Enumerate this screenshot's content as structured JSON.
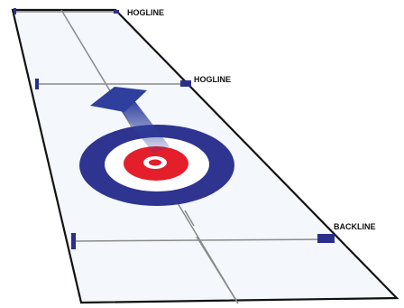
{
  "labels": {
    "hogline_far": "HOGLINE",
    "hogline_near": "HOGLINE",
    "backline": "BACKLINE"
  },
  "colors": {
    "background": "#ffffff",
    "sheet_surface": "#f4f7fb",
    "outline": "#111111",
    "court_lines": "#8a8a8a",
    "marker_blue": "#2b2f8a",
    "house_outer_blue": "#2e348f",
    "house_white": "#ffffff",
    "house_red": "#e41e2b",
    "arrow_blue": "#2f3f9e"
  },
  "icons": {
    "direction_arrow": "arrow-up-icon"
  }
}
